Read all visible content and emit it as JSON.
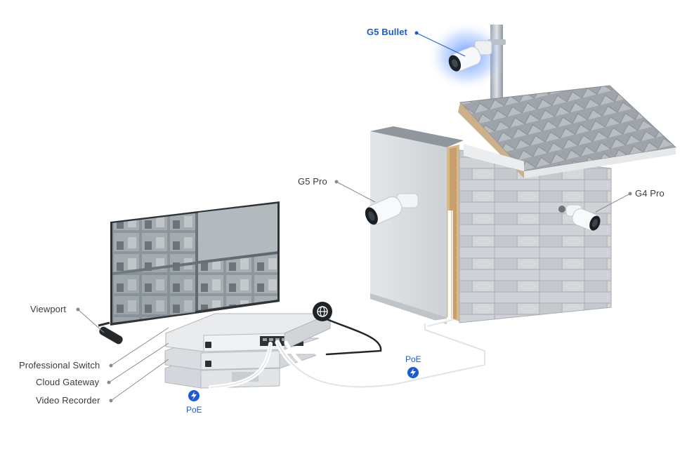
{
  "labels": {
    "g5_bullet": "G5 Bullet",
    "g5_pro": "G5 Pro",
    "g4_pro": "G4 Pro",
    "viewport": "Viewport",
    "professional_switch": "Professional Switch",
    "cloud_gateway": "Cloud Gateway",
    "video_recorder": "Video Recorder",
    "poe_left": "PoE",
    "poe_right": "PoE"
  },
  "icons": [
    "globe-icon",
    "lightning-icon"
  ],
  "colors": {
    "accent_blue": "#1a5ad6",
    "label_gray": "#3b3b3b",
    "leader_gray": "#8a8a8a",
    "glow_blue": "#6aa0ff"
  }
}
